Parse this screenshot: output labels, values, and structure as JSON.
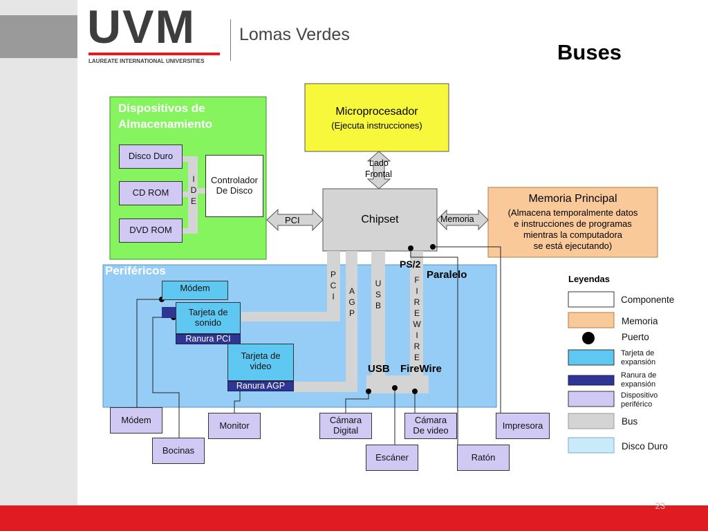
{
  "header": {
    "logo_main": "UVM",
    "logo_sub": "LAUREATE INTERNATIONAL UNIVERSITIES",
    "campus": "Lomas Verdes",
    "title": "Buses"
  },
  "storage": {
    "title_line1": "Dispositivos de",
    "title_line2": "Almacenamiento",
    "hdd": "Disco Duro",
    "cdrom": "CD ROM",
    "dvdrom": "DVD ROM",
    "ide": [
      "I",
      "D",
      "E"
    ],
    "controller_line1": "Controlador",
    "controller_line2": "De Disco"
  },
  "cpu": {
    "line1": "Microprocesador",
    "line2": "(Ejecuta instrucciones)"
  },
  "frontside": {
    "line1": "Lado",
    "line2": "Frontal"
  },
  "chipset": {
    "label": "Chipset",
    "pci": "PCI",
    "memoria": "Memoria"
  },
  "memory": {
    "title": "Memoria Principal",
    "line1": "(Almacena temporalmente datos",
    "line2": "e instrucciones de programas",
    "line3": "mientras la computadora",
    "line4": "se está ejecutando)"
  },
  "peripherals": {
    "title": "Periféricos",
    "ps2": "PS/2",
    "parallel": "Paralelo",
    "bus_pci": [
      "P",
      "C",
      "I"
    ],
    "bus_agp": [
      "A",
      "G",
      "P"
    ],
    "bus_usb": [
      "U",
      "S",
      "B"
    ],
    "bus_firewire": [
      "F",
      "I",
      "R",
      "E",
      "W",
      "I",
      "R",
      "E"
    ],
    "usb": "USB",
    "firewire": "FireWire",
    "modem_card": "Módem",
    "sound_line1": "Tarjeta de",
    "sound_line2": "sonido",
    "pci_slot": "Ranura PCI",
    "video_line1": "Tarjeta de",
    "video_line2": "video",
    "agp_slot": "Ranura AGP"
  },
  "devices": {
    "modem": "Módem",
    "speakers": "Bocinas",
    "monitor": "Monitor",
    "camera_line1": "Cámara",
    "camera_line2": "Digital",
    "videocam_line1": "Cámara",
    "videocam_line2": "De video",
    "scanner": "Escáner",
    "mouse": "Ratón",
    "printer": "Impresora"
  },
  "legend": {
    "title": "Leyendas",
    "component": "Componente",
    "memory": "Memoria",
    "port": "Puerto",
    "card_line1": "Tarjeta de",
    "card_line2": "expansión",
    "slot_line1": "Ranura de",
    "slot_line2": "expansión",
    "device_line1": "Dispositivo",
    "device_line2": "periférico",
    "bus": "Bus",
    "hdd": "Disco Duro"
  },
  "colors": {
    "storage_green": "#86f45e",
    "cpu_yellow": "#f7f73c",
    "memory_orange": "#f9c999",
    "peripherals_blue": "#96cdf7",
    "card_blue": "#5fc8f2",
    "slot_navy": "#2e3592",
    "device_lavender": "#cfc9f3",
    "bus_gray": "#d4d4d4",
    "hdd_lightblue": "#c9eaf8",
    "accent_red": "#e01b22"
  },
  "page": {
    "number": "23"
  }
}
